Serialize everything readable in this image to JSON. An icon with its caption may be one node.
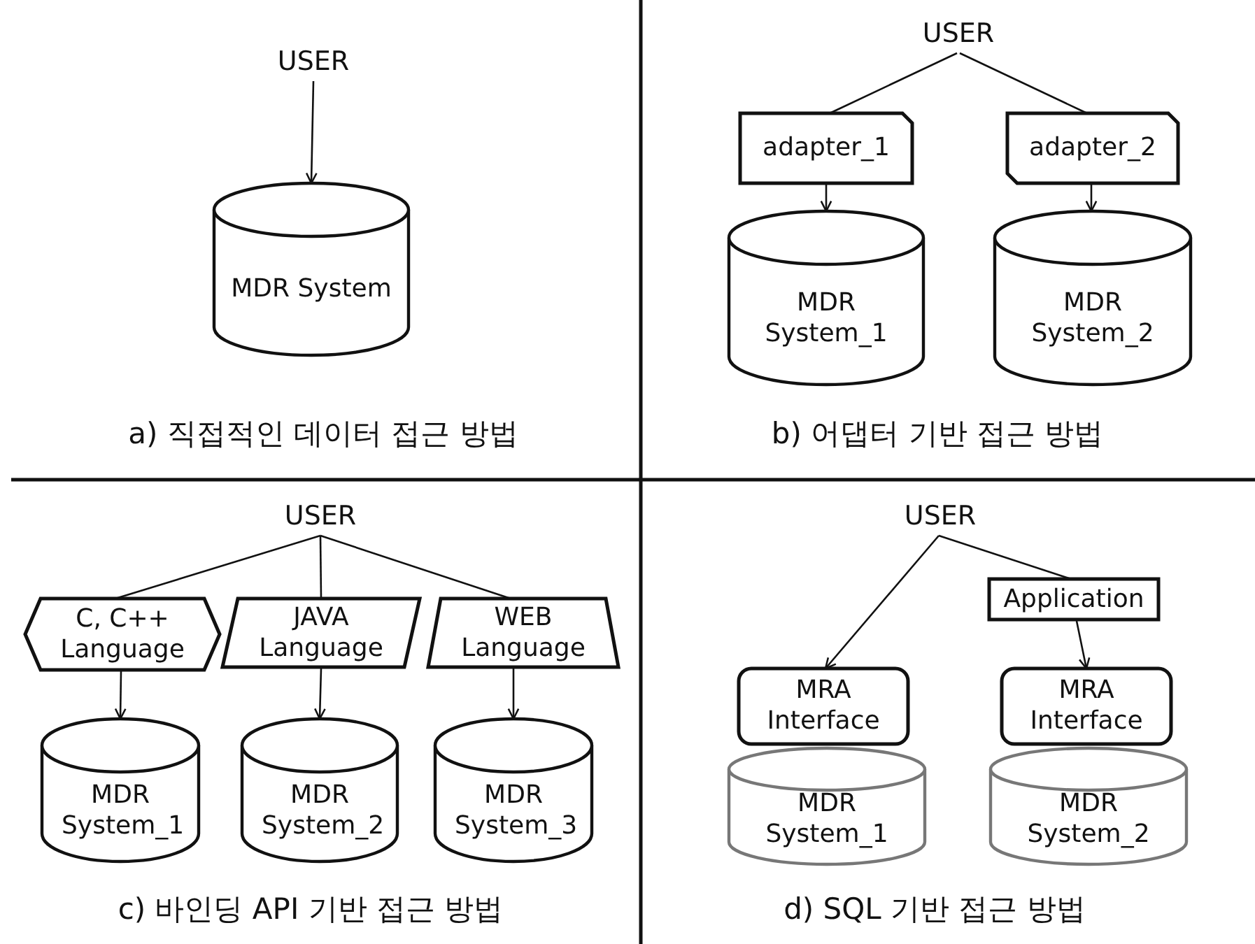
{
  "diagram": {
    "nodes": [
      {
        "text": [
          "USER"
        ]
      },
      {
        "text": [
          "MDR System"
        ]
      },
      {
        "text": [
          "USER"
        ]
      },
      {
        "text": [
          "adapter_1"
        ]
      },
      {
        "text": [
          "adapter_2"
        ]
      },
      {
        "text": [
          "MDR System_1"
        ]
      },
      {
        "text": [
          "MDR System_2"
        ]
      },
      {
        "text": [
          "USER"
        ]
      },
      {
        "text": [
          "C, C++ Language"
        ]
      },
      {
        "text": [
          "JAVA Language"
        ]
      },
      {
        "text": [
          "WEB Language"
        ]
      },
      {
        "text": [
          "MDR System_1"
        ]
      },
      {
        "text": [
          "MDR System_2"
        ]
      },
      {
        "text": [
          "MDR System_3"
        ]
      },
      {
        "text": [
          "USER"
        ]
      },
      {
        "text": [
          "Application"
        ]
      },
      {
        "text": [
          "MRA Interface"
        ]
      },
      {
        "text": [
          "MDR System_1"
        ]
      },
      {
        "text": [
          "MRA Interface"
        ]
      },
      {
        "text": [
          "MDR System_2"
        ]
      }
    ],
    "edges": [
      {
        "from": 0,
        "to": 1,
        "arrow": "to"
      },
      {
        "from": 2,
        "to": 3,
        "arrow": "none"
      },
      {
        "from": 2,
        "to": 4,
        "arrow": "none"
      },
      {
        "from": 3,
        "to": 5,
        "arrow": "to"
      },
      {
        "from": 4,
        "to": 6,
        "arrow": "to"
      },
      {
        "from": 7,
        "to": 8,
        "arrow": "none"
      },
      {
        "from": 7,
        "to": 9,
        "arrow": "none"
      },
      {
        "from": 7,
        "to": 10,
        "arrow": "none"
      },
      {
        "from": 8,
        "to": 11,
        "arrow": "to"
      },
      {
        "from": 9,
        "to": 12,
        "arrow": "to"
      },
      {
        "from": 10,
        "to": 13,
        "arrow": "to"
      },
      {
        "from": 14,
        "to": 16,
        "arrow": "to"
      },
      {
        "from": 14,
        "to": 15,
        "arrow": "none"
      },
      {
        "from": 15,
        "to": 18,
        "arrow": "to"
      }
    ],
    "labels": [
      "a) 직접적인 데이터 접근 방법",
      "b) 어댑터 기반 접근 방법",
      "c) 바인딩 API 기반 접근 방법",
      "d) SQL 기반 접근 방법"
    ]
  }
}
